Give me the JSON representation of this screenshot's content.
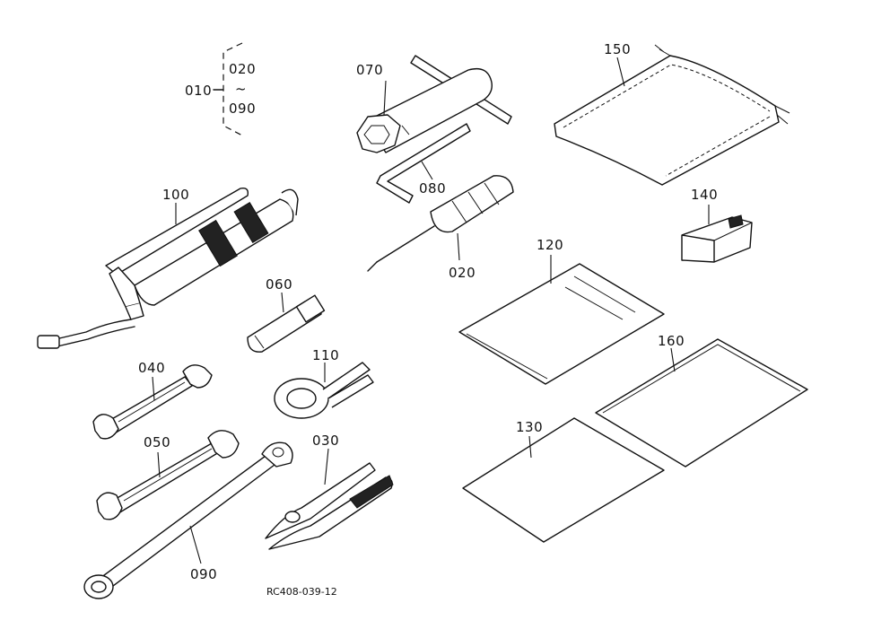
{
  "diagram": {
    "reference_code": "RC408-039-12",
    "bracket": {
      "main": "010",
      "from": "020",
      "tilde": "~",
      "to": "090"
    },
    "parts": [
      {
        "key": "p070",
        "label": "070",
        "icon": "box-wrench-icon"
      },
      {
        "key": "p150",
        "label": "150",
        "icon": "tool-bag-icon"
      },
      {
        "key": "p100",
        "label": "100",
        "icon": "grease-gun-icon"
      },
      {
        "key": "p080",
        "label": "080",
        "icon": "hex-key-icon"
      },
      {
        "key": "p140",
        "label": "140",
        "icon": "fuse-icon"
      },
      {
        "key": "p020",
        "label": "020",
        "icon": "screwdriver-icon"
      },
      {
        "key": "p120",
        "label": "120",
        "icon": "manual-icon"
      },
      {
        "key": "p060",
        "label": "060",
        "icon": "socket-wrench-icon"
      },
      {
        "key": "p160",
        "label": "160",
        "icon": "sheet-icon"
      },
      {
        "key": "p110",
        "label": "110",
        "icon": "spanner-ring-icon"
      },
      {
        "key": "p040",
        "label": "040",
        "icon": "open-end-wrench-icon"
      },
      {
        "key": "p050",
        "label": "050",
        "icon": "open-end-wrench-icon"
      },
      {
        "key": "p030",
        "label": "030",
        "icon": "pliers-icon"
      },
      {
        "key": "p130",
        "label": "130",
        "icon": "sheet-icon"
      },
      {
        "key": "p090",
        "label": "090",
        "icon": "combination-wrench-icon"
      }
    ]
  }
}
